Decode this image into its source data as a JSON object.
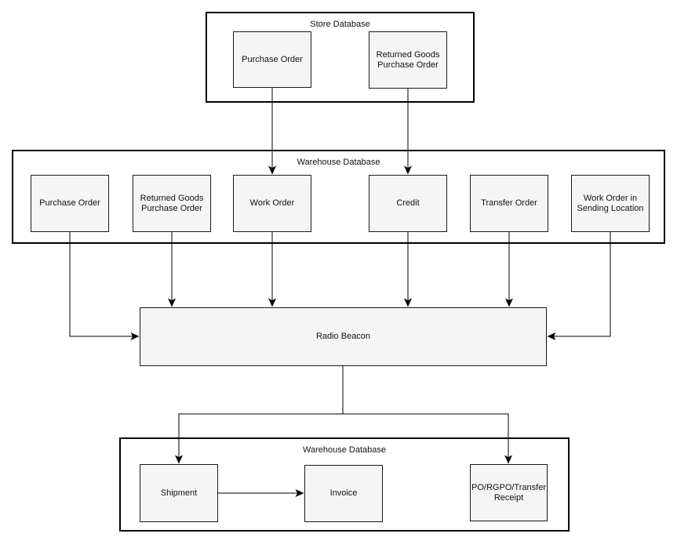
{
  "diagram": {
    "containers": {
      "store": {
        "label": "Store Database"
      },
      "warehouse_mid": {
        "label": "Warehouse Database"
      },
      "warehouse_bottom": {
        "label": "Warehouse Database"
      }
    },
    "nodes": {
      "store_po": {
        "label": "Purchase Order"
      },
      "store_rgpo": {
        "label": "Returned Goods Purchase Order"
      },
      "wh_po": {
        "label": "Purchase Order"
      },
      "wh_rgpo": {
        "label": "Returned Goods Purchase Order"
      },
      "wh_wo": {
        "label": "Work Order"
      },
      "wh_credit": {
        "label": "Credit"
      },
      "wh_to": {
        "label": "Transfer Order"
      },
      "wh_wosl": {
        "label": "Work Order in Sending Location"
      },
      "radio_beacon": {
        "label": "Radio Beacon"
      },
      "shipment": {
        "label": "Shipment"
      },
      "invoice": {
        "label": "Invoice"
      },
      "receipt": {
        "label": "PO/RGPO/Transfer Receipt"
      }
    },
    "edges": [
      {
        "from": "Store: Purchase Order",
        "to": "Warehouse: Work Order"
      },
      {
        "from": "Store: Returned Goods Purchase Order",
        "to": "Warehouse: Credit"
      },
      {
        "from": "Warehouse: Purchase Order",
        "to": "Radio Beacon"
      },
      {
        "from": "Warehouse: Returned Goods Purchase Order",
        "to": "Radio Beacon"
      },
      {
        "from": "Warehouse: Work Order",
        "to": "Radio Beacon"
      },
      {
        "from": "Warehouse: Credit",
        "to": "Radio Beacon"
      },
      {
        "from": "Warehouse: Transfer Order",
        "to": "Radio Beacon"
      },
      {
        "from": "Warehouse: Work Order in Sending Location",
        "to": "Radio Beacon"
      },
      {
        "from": "Radio Beacon",
        "to": "Shipment"
      },
      {
        "from": "Radio Beacon",
        "to": "PO/RGPO/Transfer Receipt"
      },
      {
        "from": "Shipment",
        "to": "Invoice"
      }
    ],
    "colors": {
      "node_fill": "#f5f5f5",
      "node_border": "#1a1a1a",
      "container_border": "#000000",
      "connector": "#000000",
      "text": "#111111",
      "background": "#ffffff"
    }
  }
}
